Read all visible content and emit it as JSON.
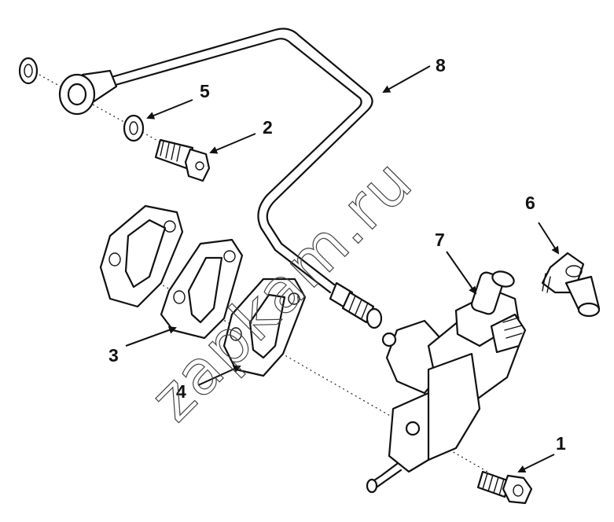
{
  "diagram": {
    "callouts": {
      "c1": "1",
      "c2": "2",
      "c3": "3",
      "c4": "4",
      "c5": "5",
      "c6": "6",
      "c7": "7",
      "c8": "8"
    },
    "watermark": "zapkam.ru"
  }
}
